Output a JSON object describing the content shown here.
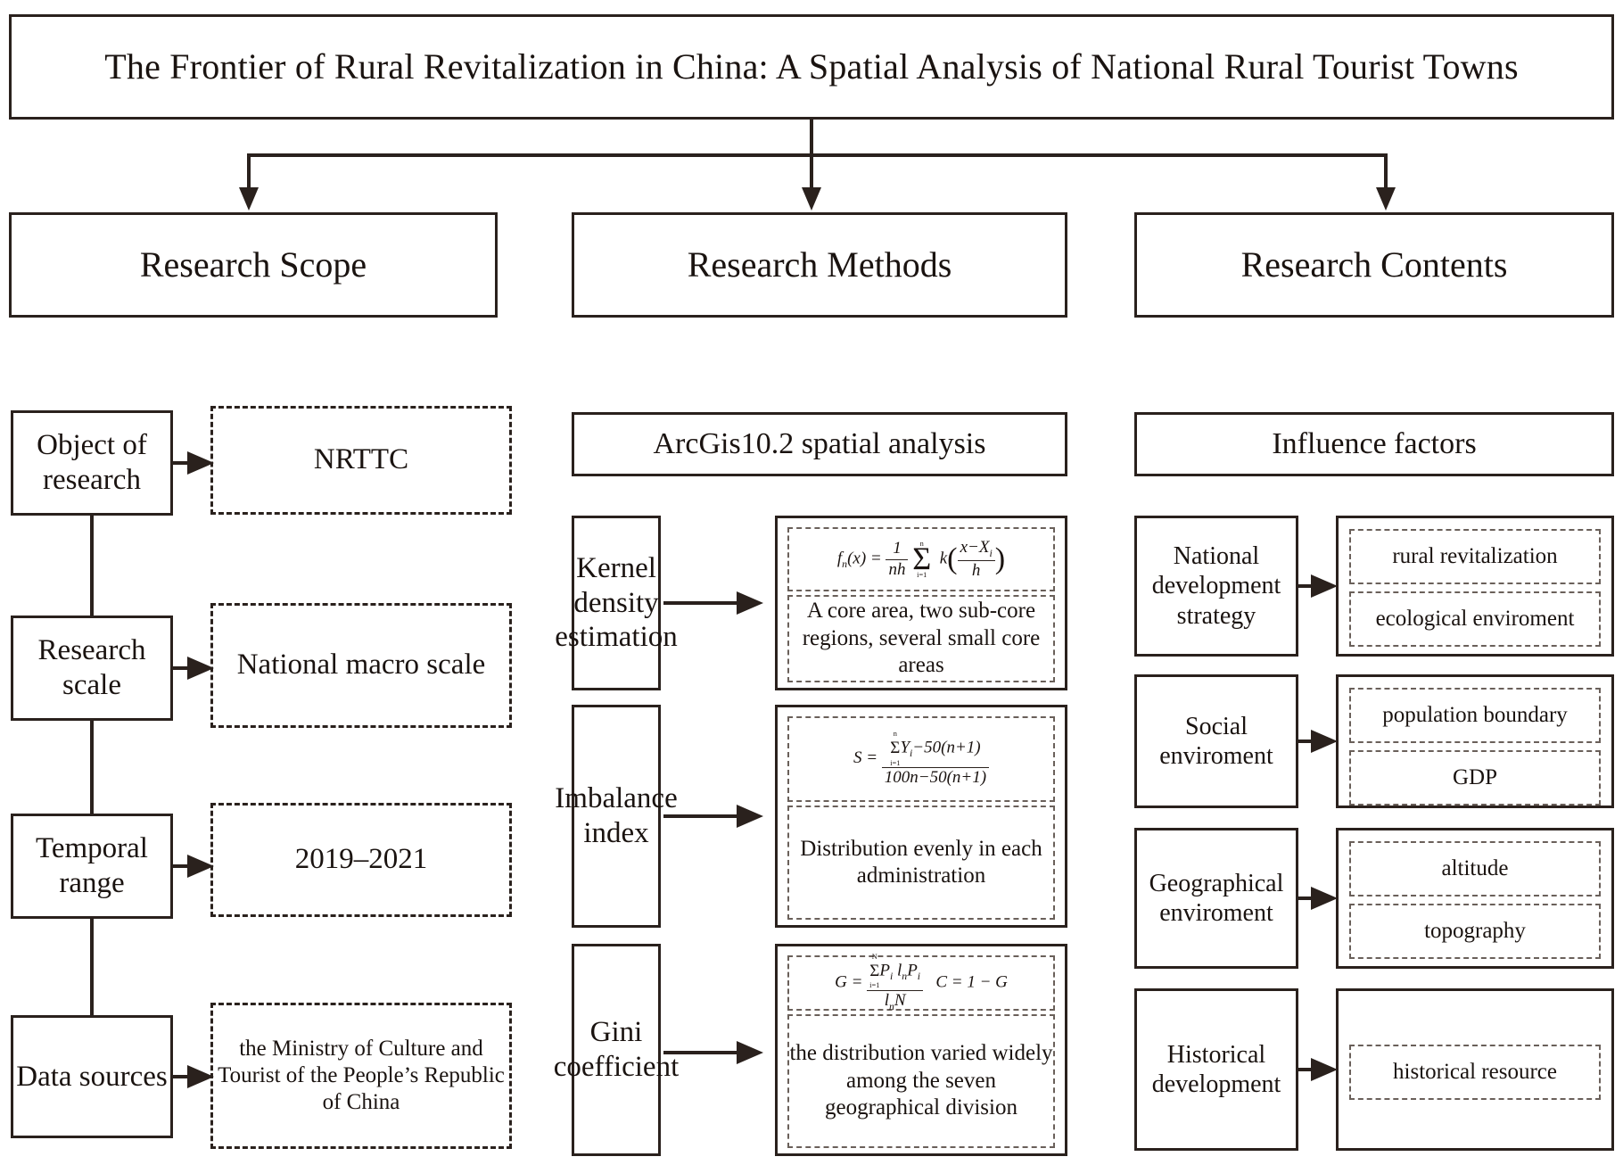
{
  "title": "The Frontier of Rural Revitalization in China: A Spatial Analysis of National Rural Tourist Towns",
  "columns": {
    "scope": "Research Scope",
    "methods": "Research Methods",
    "contents": "Research Contents"
  },
  "research_scope": {
    "rows": [
      {
        "key": "Object of research",
        "value": "NRTTC"
      },
      {
        "key": "Research scale",
        "value": "National macro scale"
      },
      {
        "key": "Temporal range",
        "value": "2019–2021"
      },
      {
        "key": "Data sources",
        "value": "the Ministry of Culture and Tourist of the People’s Republic of China"
      }
    ]
  },
  "research_methods": {
    "tool": "ArcGis10.2 spatial analysis",
    "rows": [
      {
        "key": "Kernel density estimation",
        "formula_text": "f_n(x) = (1/nh) Σ_{i=1}^{n} k((x − X_i)/h)",
        "result": "A core area, two sub-core regions, several small core areas"
      },
      {
        "key": "Imbalance index",
        "formula_text": "S = (Σ_{i=1}^{n} Y_i − 50(n+1)) / (100n − 50(n+1))",
        "result": "Distribution evenly in each administration"
      },
      {
        "key": "Gini coefficient",
        "formula_text": "G = (Σ_{i=1}^{N} P_i ln P_i) / (ln N)   C = 1 − G",
        "result": "the distribution varied widely among the seven geographical division"
      }
    ]
  },
  "research_contents": {
    "head": "Influence factors",
    "rows": [
      {
        "key": "National development strategy",
        "values": [
          "rural revitalization",
          "ecological enviroment"
        ]
      },
      {
        "key": "Social enviroment",
        "values": [
          "population boundary",
          "GDP"
        ]
      },
      {
        "key": "Geographical enviroment",
        "values": [
          "altitude",
          "topography"
        ]
      },
      {
        "key": "Historical development",
        "values": [
          "historical resource"
        ]
      }
    ]
  },
  "colors": {
    "line": "#2a211d",
    "dashed": "#6a605a",
    "background": "#ffffff"
  }
}
